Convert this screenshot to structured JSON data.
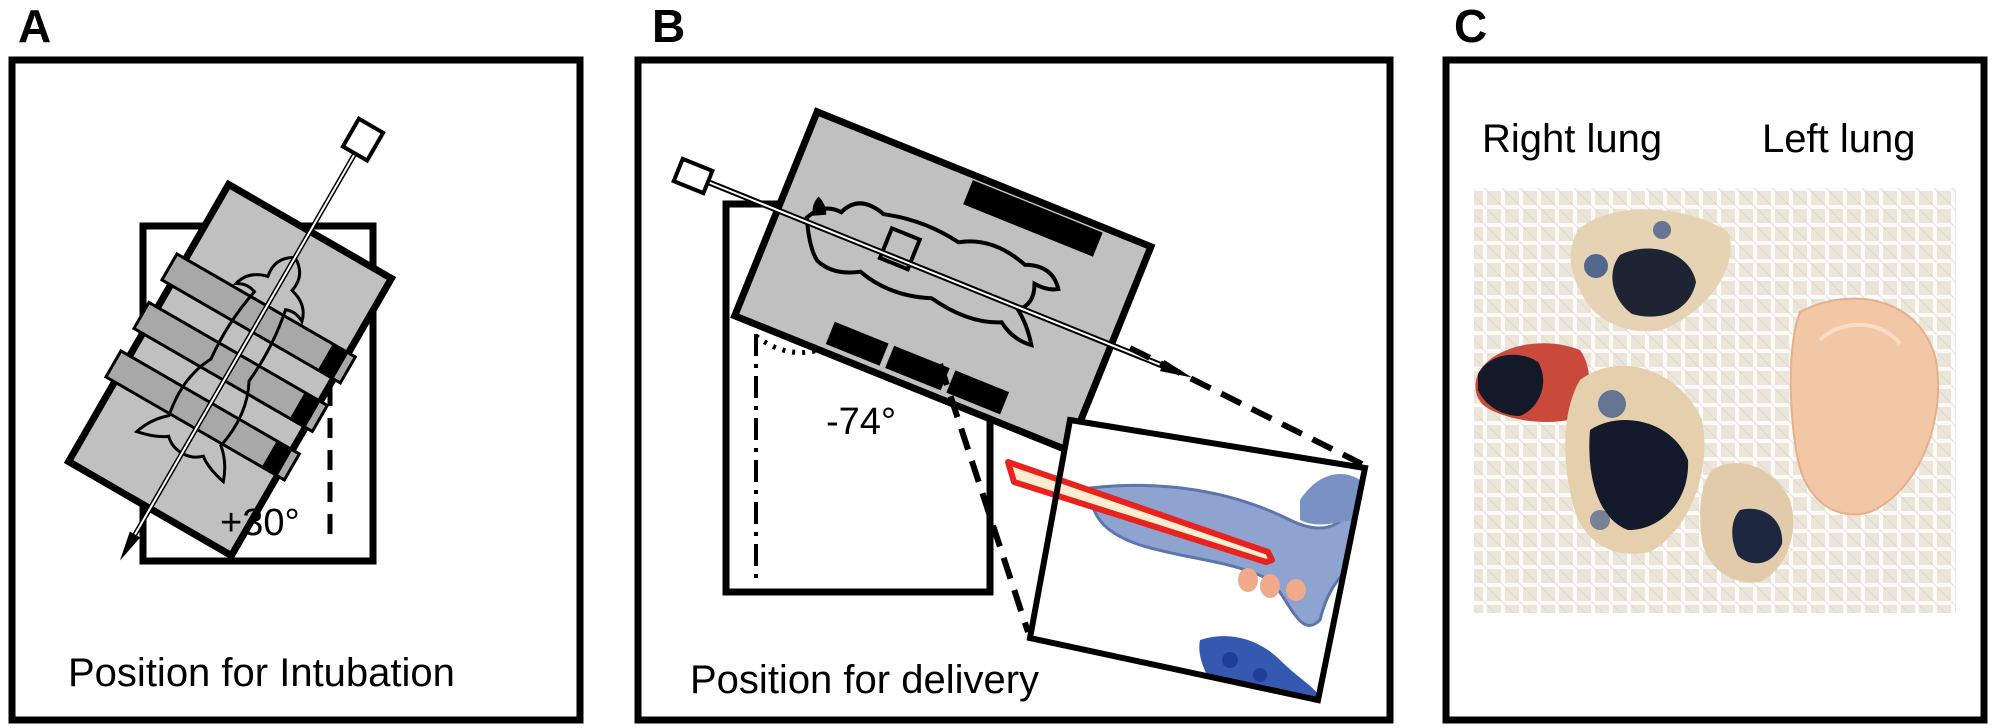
{
  "panels": {
    "a": {
      "letter": "A",
      "caption": "Position for Intubation",
      "angle": "+30°"
    },
    "b": {
      "letter": "B",
      "caption": "Position for delivery",
      "angle": "-74°"
    },
    "c": {
      "letter": "C",
      "labels": {
        "right": "Right lung",
        "left": "Left lung"
      }
    }
  },
  "colors": {
    "board": "#c0c0c0",
    "outline": "#000000",
    "catheter": "#e8221c",
    "catheter_fill": "#fdeccf",
    "airway": "#8ea3d0",
    "gauze": "#ece6db",
    "lung_pink": "#f1c6a8",
    "dye_blue": "#1c2a4a"
  }
}
